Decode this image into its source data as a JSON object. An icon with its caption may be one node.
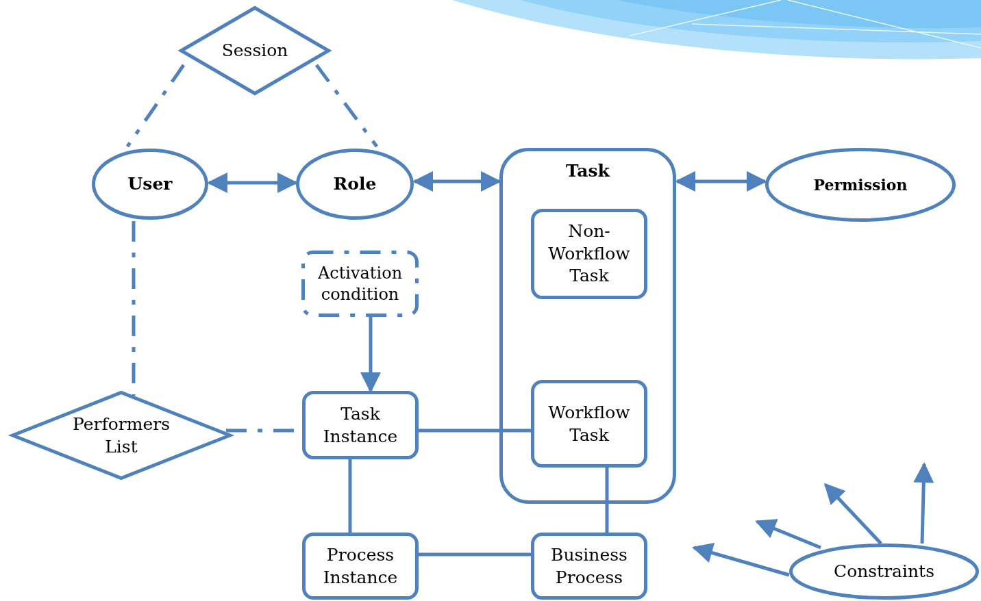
{
  "diagram": {
    "nodes": [
      {
        "text": [
          "Session"
        ]
      },
      {
        "text": [
          "User"
        ]
      },
      {
        "text": [
          "Role"
        ]
      },
      {
        "text": [
          "Task"
        ]
      },
      {
        "text": [
          "Non-Workflow Task"
        ],
        "in": 3
      },
      {
        "text": [
          "Workflow Task"
        ],
        "in": 3
      },
      {
        "text": [
          "Permission"
        ]
      },
      {
        "text": [
          "Activation condition"
        ]
      },
      {
        "text": [
          "Performers List"
        ]
      },
      {
        "text": [
          "Task Instance"
        ]
      },
      {
        "text": [
          "Process Instance"
        ]
      },
      {
        "text": [
          "Business Process"
        ]
      },
      {
        "text": [
          "Constraints"
        ]
      }
    ],
    "edges": [
      {
        "from": 0,
        "to": 1,
        "arrow": "none",
        "style": "dashed"
      },
      {
        "from": 0,
        "to": 2,
        "arrow": "none",
        "style": "dashed"
      },
      {
        "from": 1,
        "to": 2,
        "arrow": "both"
      },
      {
        "from": 2,
        "to": 3,
        "arrow": "both"
      },
      {
        "from": 3,
        "to": 6,
        "arrow": "both"
      },
      {
        "from": 1,
        "to": 8,
        "arrow": "none",
        "style": "dashed"
      },
      {
        "from": 8,
        "to": 9,
        "arrow": "none",
        "style": "dashed"
      },
      {
        "from": 7,
        "to": 9,
        "arrow": "to"
      },
      {
        "from": 9,
        "to": 5,
        "arrow": "none"
      },
      {
        "from": 9,
        "to": 10,
        "arrow": "none"
      },
      {
        "from": 10,
        "to": 11,
        "arrow": "none"
      },
      {
        "from": 5,
        "to": 11,
        "arrow": "none"
      },
      {
        "from": 12,
        "to": null,
        "arrow": "to"
      },
      {
        "from": 12,
        "to": null,
        "arrow": "to"
      },
      {
        "from": 12,
        "to": null,
        "arrow": "to"
      },
      {
        "from": 12,
        "to": null,
        "arrow": "to"
      }
    ]
  }
}
